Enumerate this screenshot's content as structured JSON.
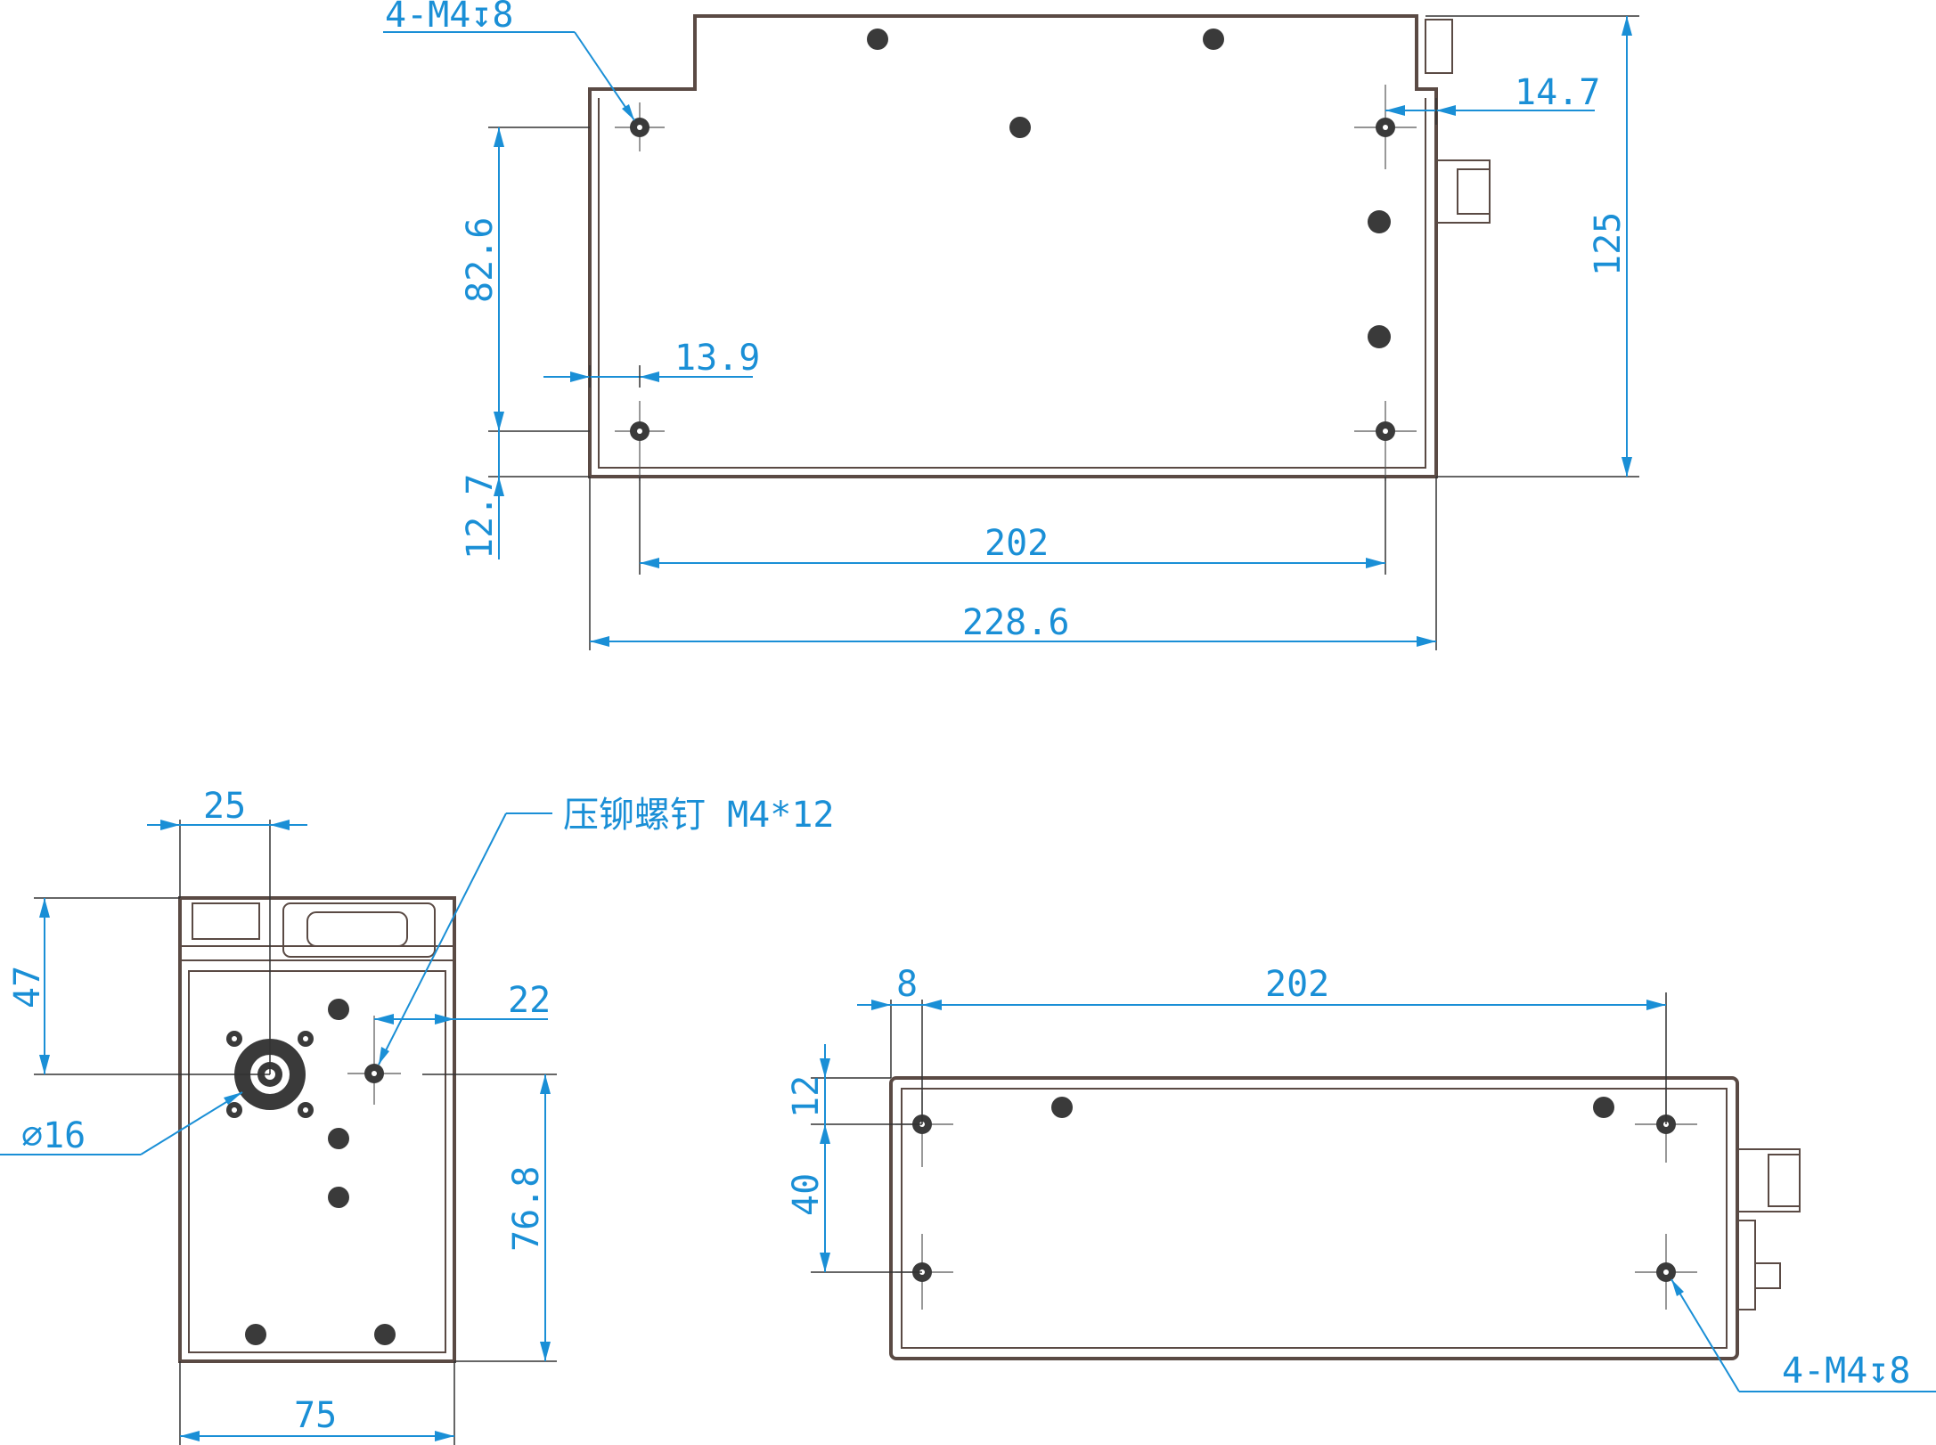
{
  "colors": {
    "dimension": "#1a8fd6",
    "outline": "#5a4a44",
    "hole": "#3a3a3a"
  },
  "top_view": {
    "thread_note": "4-M4↧8",
    "dim_height_82_6": "82.6",
    "dim_offset_13_9": "13.9",
    "dim_bottom_12_7": "12.7",
    "dim_hole_pitch_202": "202",
    "dim_length_228_6": "228.6",
    "dim_offset_14_7": "14.7",
    "dim_height_125": "125"
  },
  "end_view": {
    "dim_width_25": "25",
    "rivet_note": "压铆螺钉 M4*12",
    "dim_height_47": "47",
    "dim_offset_22": "22",
    "dim_diameter_16": "∅16",
    "dim_height_76_8": "76.8",
    "dim_width_75": "75"
  },
  "side_view": {
    "dim_offset_8": "8",
    "dim_hole_pitch_202": "202",
    "dim_height_12": "12",
    "dim_height_40": "40",
    "thread_note": "4-M4↧8"
  }
}
